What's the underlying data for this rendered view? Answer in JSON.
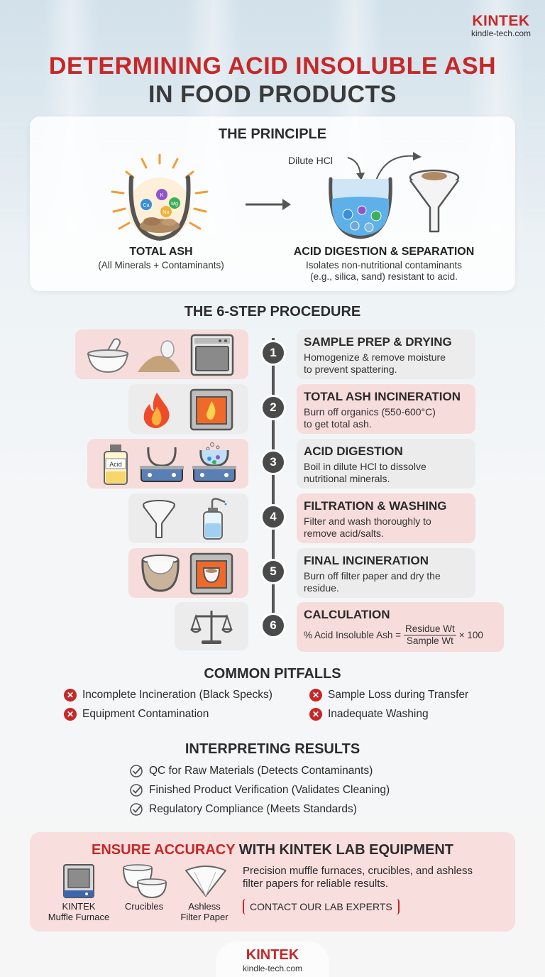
{
  "brand": {
    "name": "KINTEK",
    "url": "kindle-tech.com"
  },
  "title": {
    "line1": "DETERMINING ACID INSOLUBLE ASH",
    "line2": "IN FOOD PRODUCTS"
  },
  "principle": {
    "heading": "THE PRINCIPLE",
    "left_title": "TOTAL ASH",
    "left_sub": "(All Minerals + Contaminants)",
    "mineral_labels": [
      "Ca",
      "K",
      "Mg",
      "Na"
    ],
    "acid_label": "Dilute HCl",
    "right_title": "ACID DIGESTION & SEPARATION",
    "right_sub1": "Isolates non-nutritional contaminants",
    "right_sub2": "(e.g., silica, sand) resistant to acid."
  },
  "procedure": {
    "heading": "THE 6-STEP PROCEDURE",
    "steps": [
      {
        "num": "1",
        "title": "SAMPLE PREP & DRYING",
        "desc1": "Homogenize & remove moisture",
        "desc2": "to prevent spattering."
      },
      {
        "num": "2",
        "title": "TOTAL ASH INCINERATION",
        "desc1": "Burn off organics (550-600°C)",
        "desc2": "to get total ash."
      },
      {
        "num": "3",
        "title": "ACID DIGESTION",
        "desc1": "Boil in dilute HCl to dissolve",
        "desc2": "nutritional minerals.",
        "bottle_label": "Acid"
      },
      {
        "num": "4",
        "title": "FILTRATION & WASHING",
        "desc1": "Filter and wash thoroughly to",
        "desc2": "remove acid/salts."
      },
      {
        "num": "5",
        "title": "FINAL INCINERATION",
        "desc1": "Burn off filter paper and dry the",
        "desc2": "residue."
      },
      {
        "num": "6",
        "title": "CALCULATION",
        "formula_left": "% Acid Insoluble Ash =",
        "numerator": "Residue Wt",
        "denominator": "Sample Wt",
        "multiplier": "× 100"
      }
    ]
  },
  "pitfalls": {
    "heading": "COMMON PITFALLS",
    "items": [
      "Incomplete Incineration (Black Specks)",
      "Sample Loss during Transfer",
      "Equipment Contamination",
      "Inadequate Washing"
    ]
  },
  "results": {
    "heading": "INTERPRETING RESULTS",
    "items": [
      "QC for Raw Materials (Detects Contaminants)",
      "Finished Product Verification (Validates Cleaning)",
      "Regulatory Compliance (Meets Standards)"
    ]
  },
  "cta": {
    "title_red": "ENSURE ACCURACY",
    "title_rest": " WITH KINTEK LAB EQUIPMENT",
    "products": [
      {
        "line1": "KINTEK",
        "line2": "Muffle Furnace"
      },
      {
        "line1": "Crucibles",
        "line2": ""
      },
      {
        "line1": "Ashless",
        "line2": "Filter Paper"
      }
    ],
    "desc1": "Precision muffle furnaces, crucibles, and ashless",
    "desc2": "filter papers for reliable results.",
    "button": "CONTACT OUR LAB EXPERTS"
  },
  "colors": {
    "accent": "#c62828",
    "pink_panel": "#f6dcda",
    "gray_panel": "#ececec",
    "dark": "#4a4a4a"
  }
}
